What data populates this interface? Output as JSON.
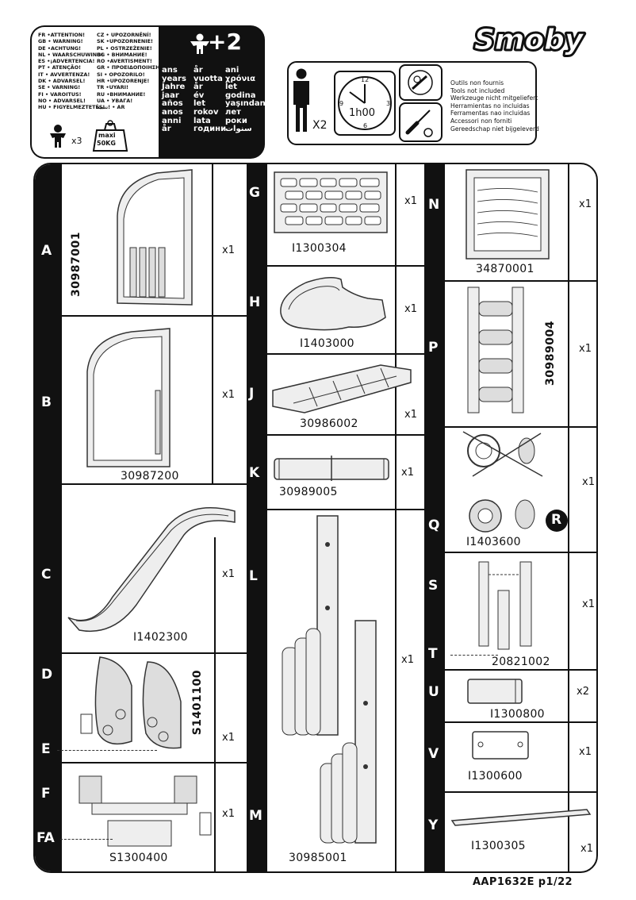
{
  "brand": "Smoby",
  "warnings": {
    "left": [
      "FR •ATTENTION!",
      "GB • WARNING!",
      "DE •ACHTUNG!",
      "NL • WAARSCHUWING!",
      "ES •¡ADVERTENCIA!",
      "PT • ATENÇÃO!",
      "IT • AVVERTENZA!",
      "DK • ADVARSEL!",
      "SE • VARNING!",
      "FI • VAROITUS!",
      "NO • ADVARSEL!",
      "HU • FIGYELMEZTETÉS!"
    ],
    "right": [
      "CZ • UPOZORNĚNÍ!",
      "SK •UPOZORNENIE!",
      "PL • OSTRZEŻENIE!",
      "BG • ВНИМАНИЕ!",
      "RO •AVERTISMENT!",
      "GR • ΠΡΟΕΙΔΟΠΟΙΗΣΗ!",
      "SI • OPOZORILO!",
      "HR •UPOZORENJE!",
      "TR •UYARI!",
      "RU •ВНИМАНИЕ!",
      "UA • УВАГА!",
      "تنبيه! • AR"
    ],
    "users_count": "x3",
    "max_weight_top": "maxi",
    "max_weight_bottom": "50KG",
    "age_plus": "+2",
    "ages_col1": [
      "ans",
      "years",
      "Jahre",
      "jaar",
      "años",
      "anos",
      "anni",
      "år"
    ],
    "ages_col2": [
      "år",
      "vuotta",
      "år",
      "év",
      "let",
      "rokov",
      "lata",
      "години"
    ],
    "ages_col3": [
      "ani",
      "χρόνια",
      "let",
      "godina",
      "yaşından",
      "лет",
      "роки",
      "سنوات"
    ]
  },
  "assembly": {
    "people": "X2",
    "time": "1h00",
    "clock_numbers": [
      "12",
      "3",
      "6",
      "9"
    ],
    "tools_note": [
      "Outils non  fournis",
      "Tools not included",
      "Werkzeuge nicht mitgeliefert",
      "Herramientas no incluidas",
      "Ferramentas nao incluidas",
      "Accessori non forniti",
      "Gereedschap niet bijgeleverd"
    ]
  },
  "parts": {
    "A": {
      "letter": "A",
      "code": "30987001",
      "qty": "x1"
    },
    "B": {
      "letter": "B",
      "code": "30987200",
      "qty": "x1"
    },
    "C": {
      "letter": "C",
      "code": "I1402300",
      "qty": "x1"
    },
    "D": {
      "letter": "D",
      "code": "S1401100",
      "qty": "x1"
    },
    "E": {
      "letter": "E"
    },
    "F": {
      "letter": "F",
      "code": "S1300400",
      "qty": "x1"
    },
    "FA": {
      "letter": "FA"
    },
    "G": {
      "letter": "G",
      "code": "I1300304",
      "qty": "x1"
    },
    "H": {
      "letter": "H",
      "code": "I1403000",
      "qty": "x1"
    },
    "J": {
      "letter": "J",
      "code": "30986002",
      "qty": "x1"
    },
    "K": {
      "letter": "K",
      "code": "30989005",
      "qty": "x1"
    },
    "L": {
      "letter": "L"
    },
    "M": {
      "letter": "M",
      "code": "30985001",
      "qty": "x1"
    },
    "N": {
      "letter": "N",
      "code": "34870001",
      "qty": "x1"
    },
    "P": {
      "letter": "P",
      "code": "30989004",
      "qty": "x1"
    },
    "Q": {
      "letter": "Q",
      "code": "I1403600",
      "qty": "x1"
    },
    "R": {
      "letter": "R"
    },
    "S": {
      "letter": "S",
      "code": "20821002",
      "qty": "x1"
    },
    "T": {
      "letter": "T"
    },
    "U": {
      "letter": "U",
      "code": "I1300800",
      "qty": "x2"
    },
    "V": {
      "letter": "V",
      "code": "I1300600",
      "qty": "x1"
    },
    "Y": {
      "letter": "Y",
      "code": "I1300305",
      "qty": "x1"
    }
  },
  "footer": "AAP1632E p1/22"
}
